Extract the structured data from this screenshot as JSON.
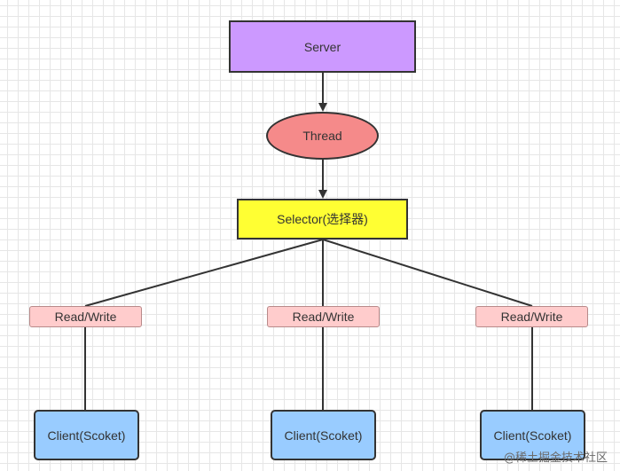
{
  "nodes": {
    "server": "Server",
    "thread": "Thread",
    "selector": "Selector(选择器)",
    "read_write": [
      "Read/Write",
      "Read/Write",
      "Read/Write"
    ],
    "clients": [
      "Client(Scoket)",
      "Client(Scoket)",
      "Client(Scoket)"
    ]
  },
  "watermark": "@稀土掘金技术社区",
  "colors": {
    "server_fill": "#cc99ff",
    "thread_fill": "#f58a8a",
    "selector_fill": "#ffff33",
    "read_write_fill": "#ffcccc",
    "client_fill": "#99ccff",
    "line": "#333333"
  }
}
